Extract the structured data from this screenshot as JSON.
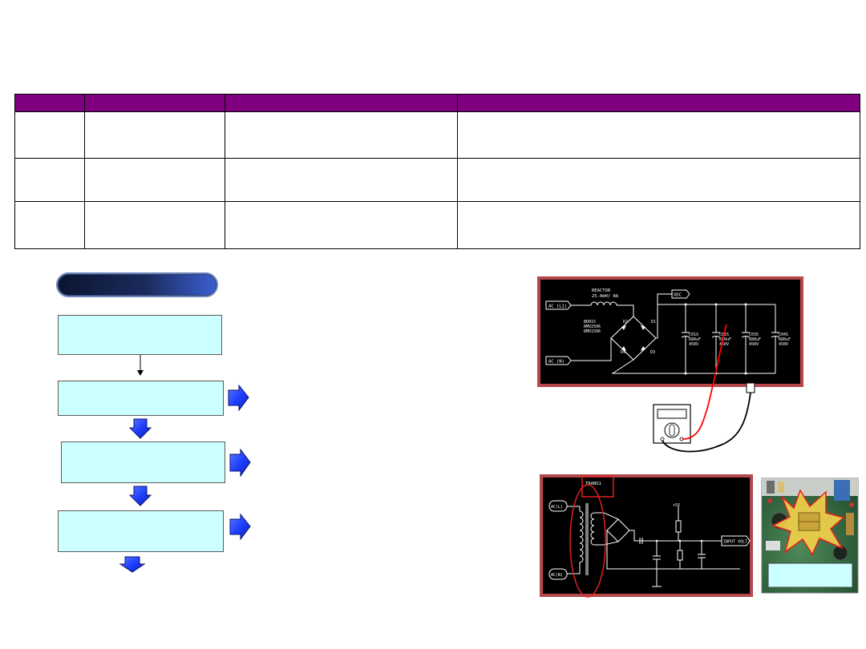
{
  "colors": {
    "table_header": "#800080",
    "flow_box": "#ccffff",
    "arrow": "#1f3fff",
    "pill_start": "#0b1530",
    "pill_end": "#3a5fd0",
    "schematic_frame": "#b5474b",
    "schematic_bg": "#000000",
    "highlight": "#e02020",
    "probe_red": "#ff0000"
  },
  "schematic_main": {
    "reactor_label": "REACTOR",
    "reactor_value": "25.0mH/ 8A",
    "input_l": "AC (L1)",
    "input_n": "AC (N)",
    "bridge_ref": "BD01S",
    "bridge_part1": "RMV2506",
    "bridge_part2": "RMV1506",
    "d1": "D1",
    "d2": "D2",
    "d3": "D3",
    "d4": "D4",
    "dc_bus": "VDC",
    "capacitors": [
      {
        "ref": "C01S",
        "value": "680uF",
        "voltage": "450V"
      },
      {
        "ref": "C02S",
        "value": "680uF",
        "voltage": "450V"
      },
      {
        "ref": "C03S",
        "value": "680uF",
        "voltage": "450V"
      },
      {
        "ref": "C04S",
        "value": "680uF",
        "voltage": "450V"
      }
    ]
  },
  "schematic_aux": {
    "transformer_ref": "TRANS1",
    "input_l": "AC(L)",
    "input_n": "AC(N)",
    "supply": "+5V",
    "output": "INPUT VOLT"
  },
  "icons": {
    "multimeter": "multimeter-icon",
    "arrow_down": "arrow-down-icon",
    "arrow_right": "arrow-right-icon",
    "burst": "burst-icon"
  }
}
